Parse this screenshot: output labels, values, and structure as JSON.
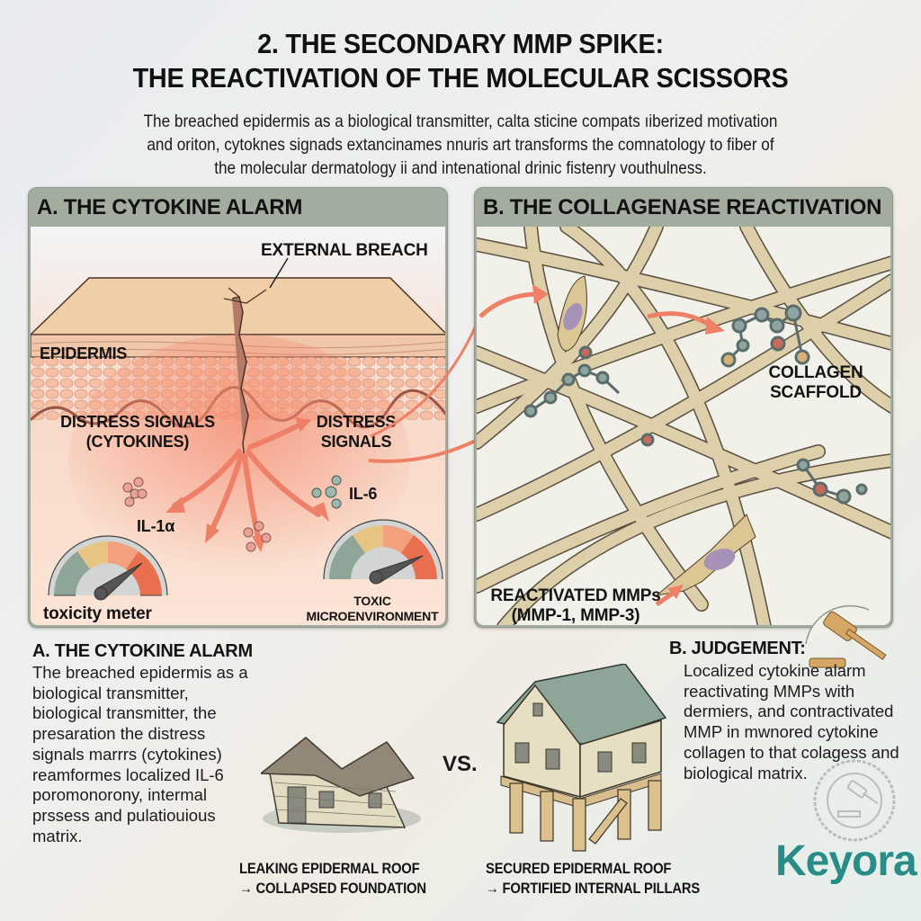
{
  "title": {
    "line1": "2. THE SECONDARY MMP SPIKE:",
    "line2": "THE REACTIVATION OF THE MOLECULAR SCISSORS"
  },
  "intro": {
    "line1": "The breached epidermis as a biological transmitter, calta sticine compats ıiberized motivation",
    "line2": "and oriton, cytoknes signads extancinames nnuris art transforms the comnatology to fiber of",
    "line3": "the molecular dermatology ii and intenational drinic fistenry vouthulness."
  },
  "panel_a": {
    "header": "A. THE CYTOKINE ALARM",
    "labels": {
      "external_breach": "EXTERNAL BREACH",
      "epidermis": "EPIDERMIS",
      "distress_cytokines_1": "DISTRESS SIGNALS",
      "distress_cytokines_2": "(CYTOKINES)",
      "distress_signals_1": "DISTRESS",
      "distress_signals_2": "SIGNALS",
      "il1a": "IL-1α",
      "il6": "IL-6",
      "toxicity_meter": "toxicity meter",
      "toxic_1": "TOXIC",
      "toxic_2": "MICROENVIRONMENT"
    },
    "gauges": {
      "toxicity_meter_level": 0.78,
      "toxic_microenvironment_level": 0.85
    }
  },
  "panel_b": {
    "header": "B. THE COLLAGENASE REACTIVATION",
    "labels": {
      "collagen_1": "COLLAGEN",
      "collagen_2": "SCAFFOLD",
      "mmps_1": "REACTIVATED MMPs",
      "mmps_2": "(MMP-1, MMP-3)"
    }
  },
  "lower_a": {
    "heading": "A. THE CYTOKINE ALARM",
    "lines": [
      "The breached epidermis as a",
      "biological transmitter,",
      "biological transmitter,  the",
      "presaration the distress",
      "signals marrrs (cytokines)",
      "reamformes localized IL-6",
      "poromonorony, intermal",
      "prssess and pulatiouious",
      "matrix."
    ]
  },
  "lower_b": {
    "heading": "B. JUDGEMENT:",
    "lines": [
      "Localized cytokine alarm",
      "reactivating MMPs with",
      "dermiers, and contractivated",
      "MMP in mwnored cytokine",
      "collagen to that colagess and",
      "biological matrix."
    ]
  },
  "comparison": {
    "vs": "VS.",
    "left_caption_1": "LEAKING EPIDERMAL ROOF",
    "left_caption_2": "→ COLLAPSED FOUNDATION",
    "right_caption_1": "SECURED EPIDERMAL ROOF",
    "right_caption_2": "→ FORTIFIED INTERNAL PILLARS"
  },
  "logo": {
    "text": "Keyora"
  },
  "colors": {
    "panel_header": "#a3ad9f",
    "arrow": "#ec7f68",
    "collagen_fiber": "#d9cba6",
    "logo": "#2a8c86",
    "gauge_green": "#8ea597",
    "gauge_yellow": "#e8c483",
    "gauge_orange": "#f3a07e",
    "gauge_red": "#e9704f"
  }
}
